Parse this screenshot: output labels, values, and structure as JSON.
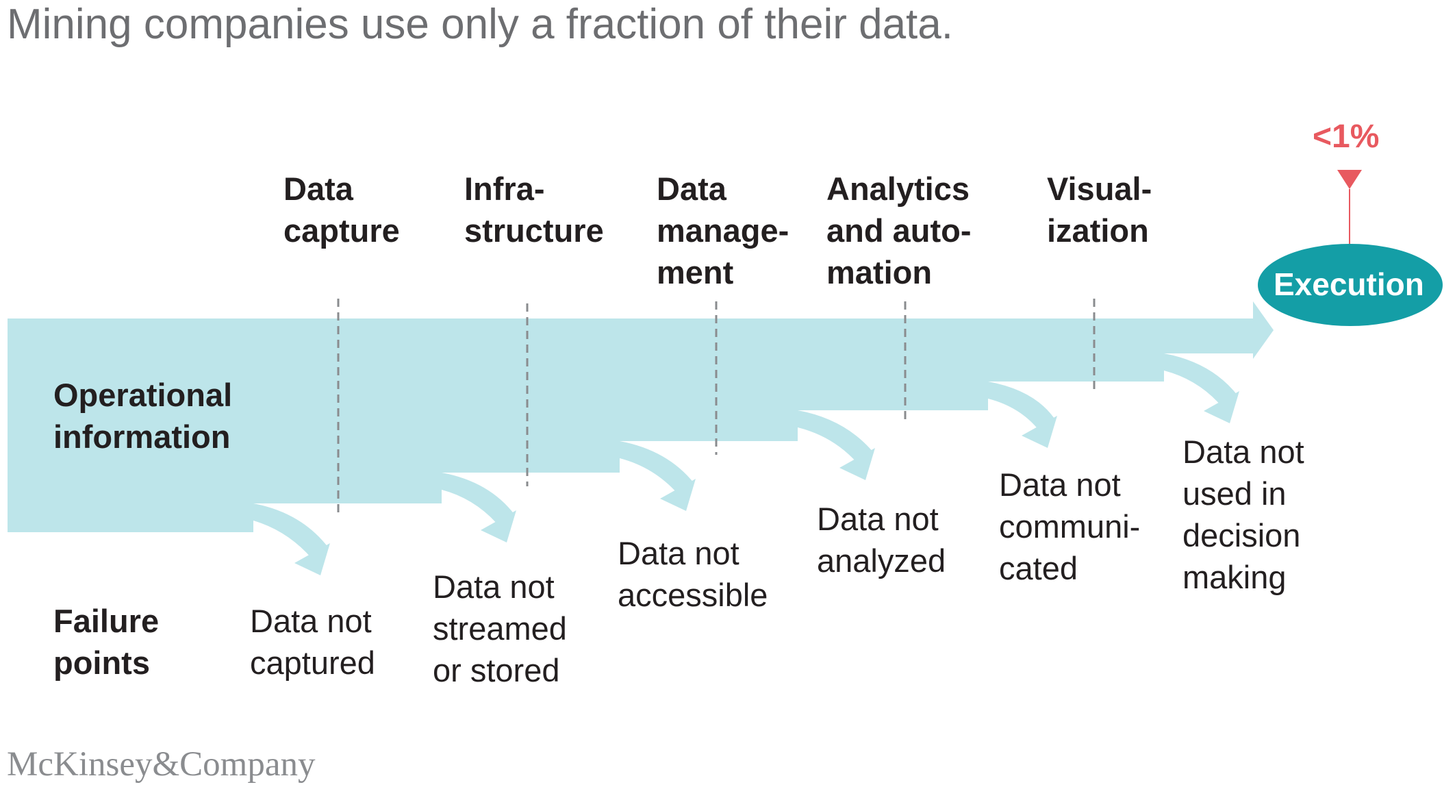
{
  "title": "Mining companies use only a fraction of their data.",
  "colors": {
    "flow": "#bde5ea",
    "execution": "#149ea6",
    "accent": "#e8595f",
    "title": "#6d6e71",
    "text": "#231f20",
    "divider": "#8a8c8f"
  },
  "stages": [
    {
      "label": "Data\ncapture"
    },
    {
      "label": "Infra-\nstructure"
    },
    {
      "label": "Data\nmanage-\nment"
    },
    {
      "label": "Analytics\nand auto-\nmation"
    },
    {
      "label": "Visual-\nization"
    }
  ],
  "row_labels": {
    "operational": "Operational\ninformation",
    "failure": "Failure\npoints"
  },
  "failure_points": [
    {
      "label": "Data not\ncaptured"
    },
    {
      "label": "Data not\nstreamed\nor stored"
    },
    {
      "label": "Data not\naccessible"
    },
    {
      "label": "Data not\nanalyzed"
    },
    {
      "label": "Data not\ncommuni-\ncated"
    },
    {
      "label": "Data not\nused in\ndecision\nmaking"
    }
  ],
  "execution": {
    "label": "Execution",
    "share": "<1%"
  },
  "brand": "McKinsey&Company"
}
